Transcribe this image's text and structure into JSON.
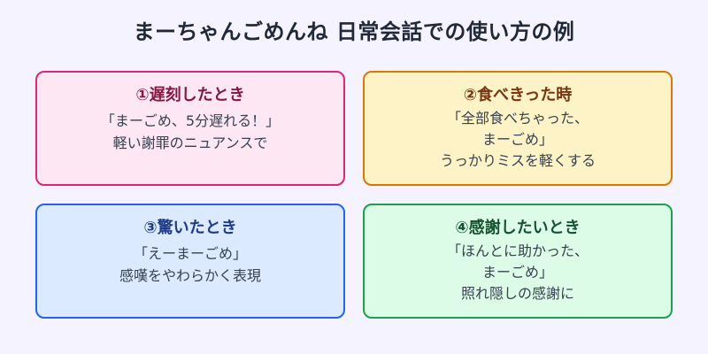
{
  "title": "まーちゃんごめんね 日常会話での使い方の例",
  "cards": [
    {
      "heading": "①遅刻したとき",
      "lines": [
        "「まーごめ、5分遅れる！」",
        "軽い謝罪のニュアンスで"
      ],
      "colors": {
        "bg": "#fce7f3",
        "border": "#db2777",
        "heading": "#831843"
      }
    },
    {
      "heading": "②食べきった時",
      "lines": [
        "「全部食べちゃった、",
        "まーごめ」",
        "うっかりミスを軽くする"
      ],
      "colors": {
        "bg": "#fef3c7",
        "border": "#d97706",
        "heading": "#78350f"
      }
    },
    {
      "heading": "③驚いたとき",
      "lines": [
        "「えーまーごめ」",
        "感嘆をやわらかく表現"
      ],
      "colors": {
        "bg": "#dbeafe",
        "border": "#2563eb",
        "heading": "#1e3a8a"
      }
    },
    {
      "heading": "④感謝したいとき",
      "lines": [
        "「ほんとに助かった、",
        "まーごめ」",
        "照れ隠しの感謝に"
      ],
      "colors": {
        "bg": "#dcfce7",
        "border": "#16a34a",
        "heading": "#14532d"
      }
    }
  ]
}
